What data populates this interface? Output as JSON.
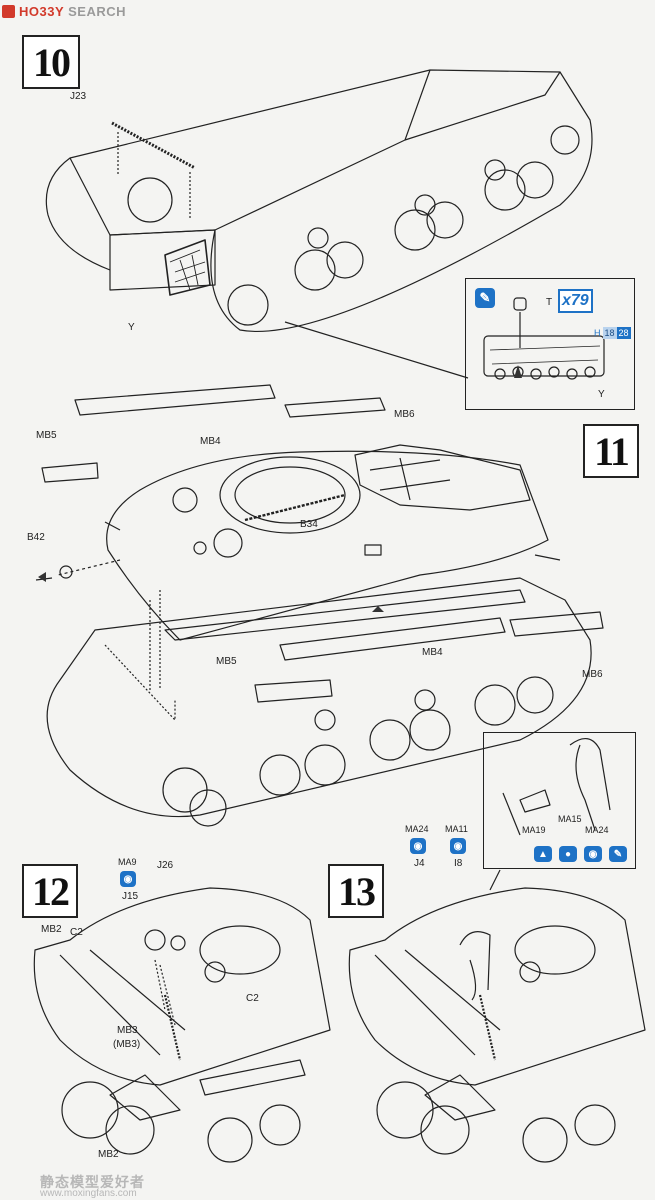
{
  "header": {
    "brand_a": "HO33Y",
    "brand_b": "SEARCH"
  },
  "steps": {
    "s10": "10",
    "s11": "11",
    "s12": "12",
    "s13": "13"
  },
  "step10": {
    "j23": "J23",
    "y": "Y",
    "callout_t": "T",
    "callout_y": "Y",
    "x_badge": "x79",
    "h": "H",
    "h18": "18",
    "h28": "28"
  },
  "step11": {
    "mb5_top": "MB5",
    "mb4_top": "MB4",
    "mb6_top": "MB6",
    "b42": "B42",
    "b34": "B34",
    "mb4_mid": "MB4",
    "mb5_bot": "MB5",
    "mb6_bot": "MB6",
    "ma15": "MA15",
    "ma19": "MA19",
    "ma24_inset": "MA24"
  },
  "step12": {
    "ma9": "MA9",
    "j15": "J15",
    "j26": "J26",
    "mb2_top": "MB2",
    "c2_a": "C2",
    "c2_b": "C2",
    "mb3": "MB3",
    "mb3_alt": "(MB3)",
    "mb2_bot": "MB2"
  },
  "step13": {
    "ma24": "MA24",
    "ma11": "MA11",
    "j4": "J4",
    "i8": "I8"
  },
  "footer": {
    "cn": "静态模型爱好者",
    "url": "www.moxingfans.com"
  }
}
